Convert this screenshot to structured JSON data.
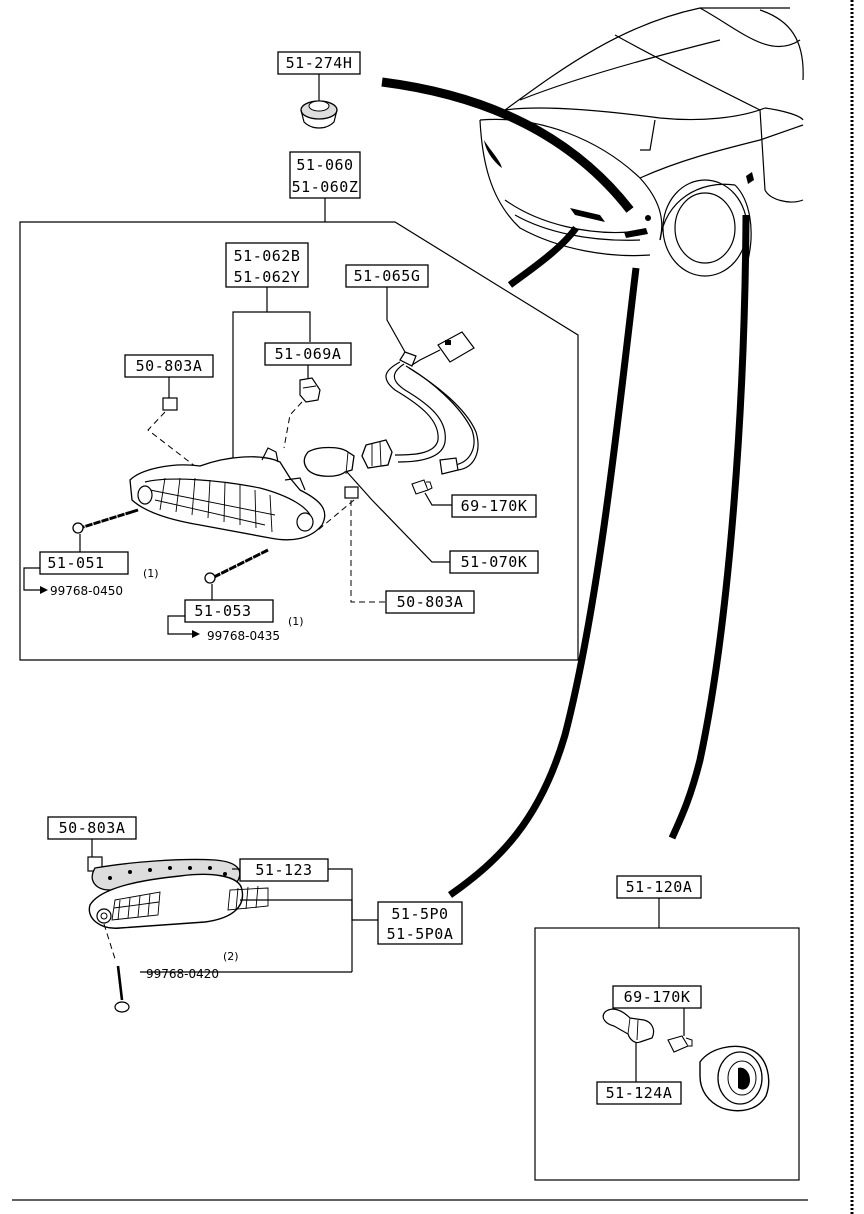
{
  "parts": {
    "p_51_274H": "51-274H",
    "p_51_060": "51-060",
    "p_51_060Z": "51-060Z",
    "p_51_062B": "51-062B",
    "p_51_062Y": "51-062Y",
    "p_51_065G": "51-065G",
    "p_50_803A_a": "50-803A",
    "p_51_069A": "51-069A",
    "p_69_170K_a": "69-170K",
    "p_51_070K": "51-070K",
    "p_51_051": "51-051",
    "p_99768_0450": "99768-0450",
    "q_51_051": "(1)",
    "p_51_053": "51-053",
    "p_99768_0435": "99768-0435",
    "q_51_053": "(1)",
    "p_50_803A_b": "50-803A",
    "p_50_803A_c": "50-803A",
    "p_51_123": "51-123",
    "p_51_5P0": "51-5P0",
    "p_51_5P0A": "51-5P0A",
    "p_99768_0420": "99768-0420",
    "q_99768_0420": "(2)",
    "p_51_120A": "51-120A",
    "p_69_170K_b": "69-170K",
    "p_51_124A": "51-124A"
  },
  "icons": [
    "car-front-icon",
    "grommet-icon",
    "turn-lamp-icon",
    "socket-harness-icon",
    "bulb-icon",
    "screw-icon",
    "clip-icon",
    "fog-lamp-icon",
    "side-marker-icon"
  ],
  "colors": {
    "ink": "#000000",
    "paper": "#ffffff"
  }
}
